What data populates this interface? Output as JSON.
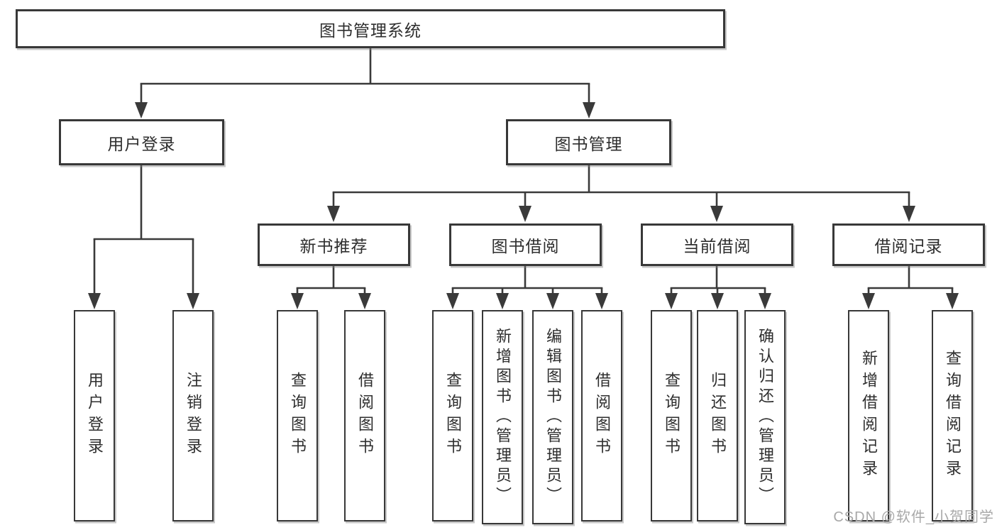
{
  "diagram": {
    "root": "图书管理系统",
    "user_login": {
      "label": "用户登录",
      "children": [
        "用户登录",
        "注销登录"
      ]
    },
    "book_management": {
      "label": "图书管理",
      "groups": [
        {
          "label": "新书推荐",
          "children": [
            "查询图书",
            "借阅图书"
          ]
        },
        {
          "label": "图书借阅",
          "children": [
            "查询图书",
            "新增图书（管理员）",
            "编辑图书（管理员）",
            "借阅图书"
          ]
        },
        {
          "label": "当前借阅",
          "children": [
            "查询图书",
            "归还图书",
            "确认归还（管理员）"
          ]
        },
        {
          "label": "借阅记录",
          "children": [
            "新增借阅记录",
            "查询借阅记录"
          ]
        }
      ]
    }
  },
  "watermark": "CSDN @软件_小贺同学",
  "colors": {
    "line": "#3a3a3a",
    "text": "#2e2e2e",
    "box_fill": "#ffffff",
    "watermark": "#a8a8a8",
    "background": "#ffffff"
  }
}
